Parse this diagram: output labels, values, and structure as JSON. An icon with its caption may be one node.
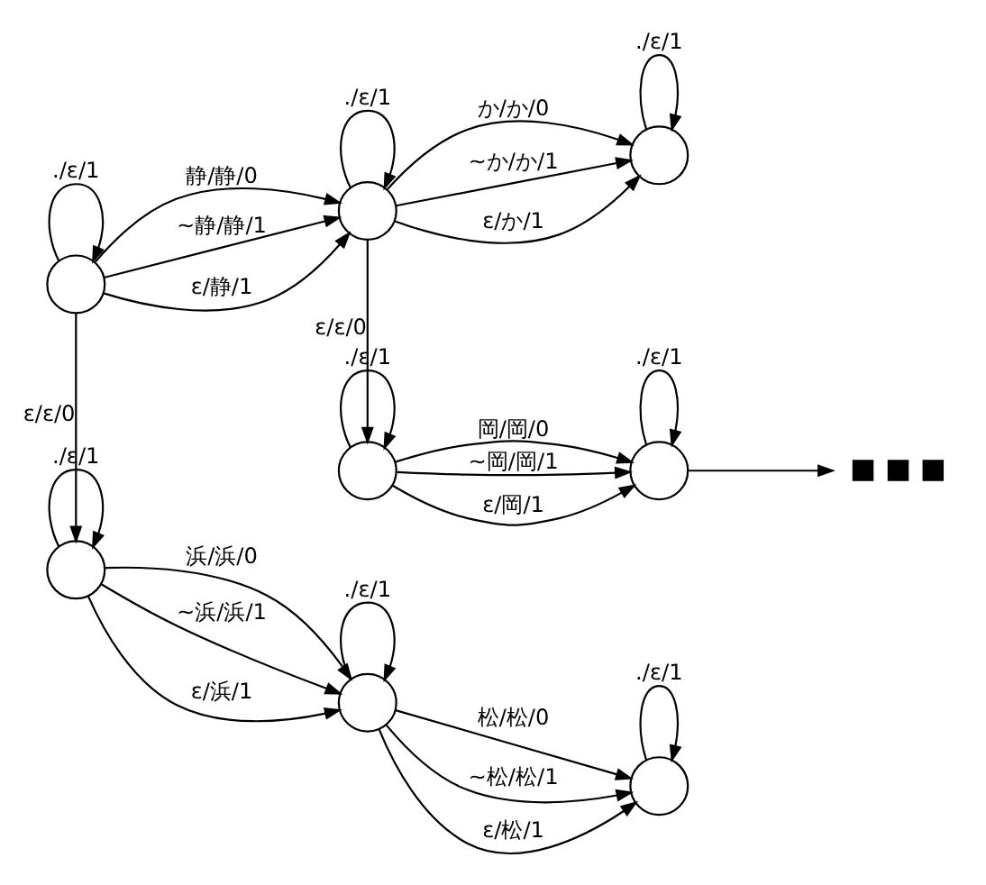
{
  "diagram": {
    "nodes": [
      {
        "text": [],
        "shape": "circle"
      },
      {
        "text": [],
        "shape": "circle"
      },
      {
        "text": [],
        "shape": "circle"
      },
      {
        "text": [],
        "shape": "circle"
      },
      {
        "text": [],
        "shape": "circle"
      },
      {
        "text": [
          "■ ■ ■"
        ]
      },
      {
        "text": [],
        "shape": "circle"
      },
      {
        "text": [],
        "shape": "circle"
      },
      {
        "text": [],
        "shape": "circle"
      }
    ],
    "edges": [
      {
        "from": 0,
        "to": 0,
        "arrow": "to",
        "label": "./ε/1"
      },
      {
        "from": 0,
        "to": 1,
        "arrow": "to",
        "label": "静/静/0"
      },
      {
        "from": 0,
        "to": 1,
        "arrow": "to",
        "label": "~静/静/1"
      },
      {
        "from": 0,
        "to": 1,
        "arrow": "to",
        "label": "ε/静/1"
      },
      {
        "from": 1,
        "to": 1,
        "arrow": "to",
        "label": "./ε/1"
      },
      {
        "from": 1,
        "to": 2,
        "arrow": "to",
        "label": "か/か/0"
      },
      {
        "from": 1,
        "to": 2,
        "arrow": "to",
        "label": "~か/か/1"
      },
      {
        "from": 1,
        "to": 2,
        "arrow": "to",
        "label": "ε/か/1"
      },
      {
        "from": 2,
        "to": 2,
        "arrow": "to",
        "label": "./ε/1"
      },
      {
        "from": 1,
        "to": 3,
        "arrow": "to",
        "label": "ε/ε/0"
      },
      {
        "from": 3,
        "to": 3,
        "arrow": "to",
        "label": "./ε/1"
      },
      {
        "from": 3,
        "to": 4,
        "arrow": "to",
        "label": "岡/岡/0"
      },
      {
        "from": 3,
        "to": 4,
        "arrow": "to",
        "label": "~岡/岡/1"
      },
      {
        "from": 3,
        "to": 4,
        "arrow": "to",
        "label": "ε/岡/1"
      },
      {
        "from": 4,
        "to": 4,
        "arrow": "to",
        "label": "./ε/1"
      },
      {
        "from": 4,
        "to": 5,
        "arrow": "to"
      },
      {
        "from": 0,
        "to": 6,
        "arrow": "to",
        "label": "ε/ε/0"
      },
      {
        "from": 6,
        "to": 6,
        "arrow": "to",
        "label": "./ε/1"
      },
      {
        "from": 6,
        "to": 7,
        "arrow": "to",
        "label": "浜/浜/0"
      },
      {
        "from": 6,
        "to": 7,
        "arrow": "to",
        "label": "~浜/浜/1"
      },
      {
        "from": 6,
        "to": 7,
        "arrow": "to",
        "label": "ε/浜/1"
      },
      {
        "from": 7,
        "to": 7,
        "arrow": "to",
        "label": "./ε/1"
      },
      {
        "from": 7,
        "to": 8,
        "arrow": "to",
        "label": "松/松/0"
      },
      {
        "from": 7,
        "to": 8,
        "arrow": "to",
        "label": "~松/松/1"
      },
      {
        "from": 7,
        "to": 8,
        "arrow": "to",
        "label": "ε/松/1"
      },
      {
        "from": 8,
        "to": 8,
        "arrow": "to",
        "label": "./ε/1"
      }
    ]
  }
}
